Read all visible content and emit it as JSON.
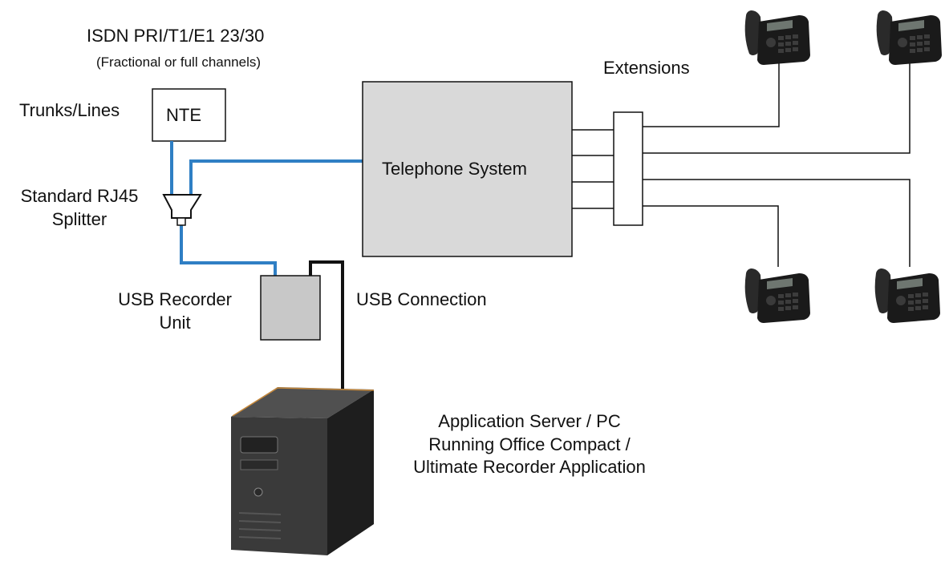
{
  "labels": {
    "isdn": "ISDN PRI/T1/E1 23/30",
    "isdn_sub": "(Fractional or full channels)",
    "trunks": "Trunks/Lines",
    "nte": "NTE",
    "splitter_1": "Standard RJ45",
    "splitter_2": "Splitter",
    "telephone_system": "Telephone System",
    "extensions": "Extensions",
    "recorder_1": "USB Recorder",
    "recorder_2": "Unit",
    "usb_connection": "USB Connection",
    "server_1": "Application Server / PC",
    "server_2": "Running Office Compact /",
    "server_3": "Ultimate Recorder Application"
  },
  "colors": {
    "blue_line": "#2f7fc4",
    "black_line": "#111111",
    "box_fill": "#d9d9d9",
    "pc_body": "#2b2b2b"
  },
  "icons": {
    "phone": "desk-phone-icon",
    "pc": "tower-pc-icon",
    "splitter": "rj45-splitter-icon"
  }
}
